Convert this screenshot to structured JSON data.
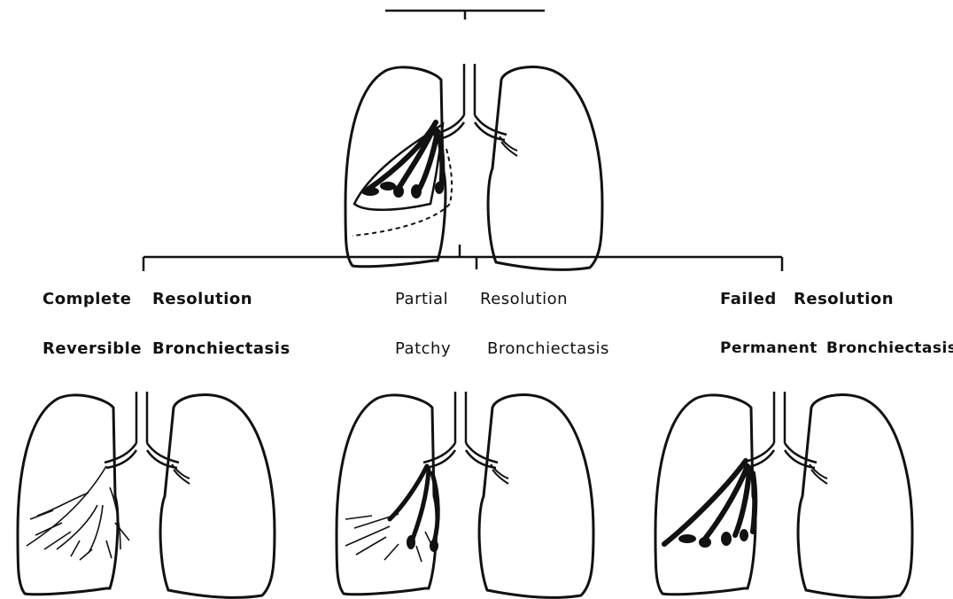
{
  "outcomes": [
    {
      "resolution": [
        "Complete",
        "Resolution"
      ],
      "bronchiectasis": [
        "Reversible",
        "Bronchiectasis"
      ]
    },
    {
      "resolution": [
        "Partial",
        "Resolution"
      ],
      "bronchiectasis": [
        "Patchy",
        "Bronchiectasis"
      ]
    },
    {
      "resolution": [
        "Failed",
        "Resolution"
      ],
      "bronchiectasis": [
        "Permanent",
        "Bronchiectasis"
      ]
    }
  ]
}
